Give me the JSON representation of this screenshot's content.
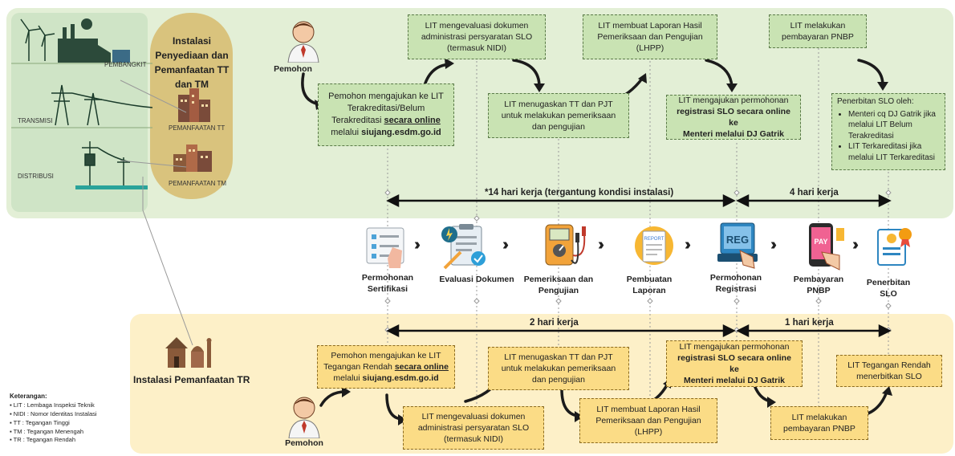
{
  "panels": {
    "tt_title": "Instalasi Penyediaan dan Pemanfaatan TT dan TM",
    "tr_title": "Instalasi Pemanfaatan TR",
    "infra_labels": [
      "PEMBANGKIT",
      "TRANSMISI",
      "DISTRIBUSI",
      "PEMANFAATAN TT",
      "PEMANFAATAN TM"
    ]
  },
  "top_flow": {
    "applicant": "Pemohon",
    "box1_lines": [
      "Pemohon mengajukan ke LIT",
      "Terakreditasi/Belum",
      "Terakreditasi",
      "secara online",
      "melalui",
      "siujang.esdm.go.id"
    ],
    "box2": "LIT mengevaluasi dokumen administrasi persyaratan SLO (termasuk NIDI)",
    "box3": "LIT menugaskan TT dan PJT untuk melakukan pemeriksaan dan pengujian",
    "box4": "LIT membuat Laporan Hasil Pemeriksaan dan Pengujian (LHPP)",
    "box5_lines": [
      "LIT mengajukan permohonan",
      "registrasi SLO secara online ke",
      "Menteri melalui DJ Gatrik"
    ],
    "box6": "LIT melakukan pembayaran PNBP",
    "box7_title": "Penerbitan SLO oleh:",
    "box7_items": [
      "Menteri cq DJ Gatrik jika melalui LIT Belum Terakreditasi",
      "LIT Terkareditasi jika melalui LIT Terkareditasi"
    ],
    "duration1": "*14 hari kerja (tergantung kondisi instalasi)",
    "duration2": "4 hari kerja"
  },
  "steps": [
    {
      "label": "Permohonan Sertifikasi",
      "icon": "form-checklist-icon"
    },
    {
      "label": "Evaluasi Dokumen",
      "icon": "document-evaluation-icon"
    },
    {
      "label": "Pemeriksaan dan Pengujian",
      "icon": "multimeter-icon"
    },
    {
      "label": "Pembuatan Laporan",
      "icon": "report-icon"
    },
    {
      "label": "Permohonan Registrasi",
      "icon": "reg-screen-icon"
    },
    {
      "label": "Pembayaran PNBP",
      "icon": "pay-phone-icon"
    },
    {
      "label": "Penerbitan SLO",
      "icon": "certificate-icon"
    }
  ],
  "steps_icon_text": {
    "report": "REPORT",
    "reg": "REG",
    "pay": "PAY"
  },
  "bottom_flow": {
    "applicant": "Pemohon",
    "box1_lines": [
      "Pemohon mengajukan ke LIT",
      "Tegangan Rendah",
      "secara online",
      "melalui",
      "siujang.esdm.go.id"
    ],
    "box2": "LIT mengevaluasi dokumen administrasi persyaratan SLO (termasuk NIDI)",
    "box3": "LIT menugaskan TT dan PJT untuk melakukan pemeriksaan dan pengujian",
    "box4": "LIT membuat Laporan Hasil Pemeriksaan dan Pengujian (LHPP)",
    "box5_lines": [
      "LIT mengajukan permohonan",
      "registrasi SLO secara online ke",
      "Menteri melalui DJ Gatrik"
    ],
    "box6": "LIT melakukan pembayaran PNBP",
    "box7": "LIT Tegangan Rendah menerbitkan SLO",
    "duration1": "2 hari kerja",
    "duration2": "1 hari kerja"
  },
  "legend": {
    "title": "Keterangan:",
    "items": [
      "LIT : Lembaga Inspeksi Teknik",
      "NIDI : Nomor Identitas Instalasi",
      "TT : Tegangan Tinggi",
      "TM : Tegangan Menengah",
      "TR : Tegangan Rendah"
    ]
  },
  "colors": {
    "green_panel": "#e3efd6",
    "green_box": "#c9e3b3",
    "yellow_panel": "#fdf0c8",
    "yellow_box": "#fbdc86"
  }
}
